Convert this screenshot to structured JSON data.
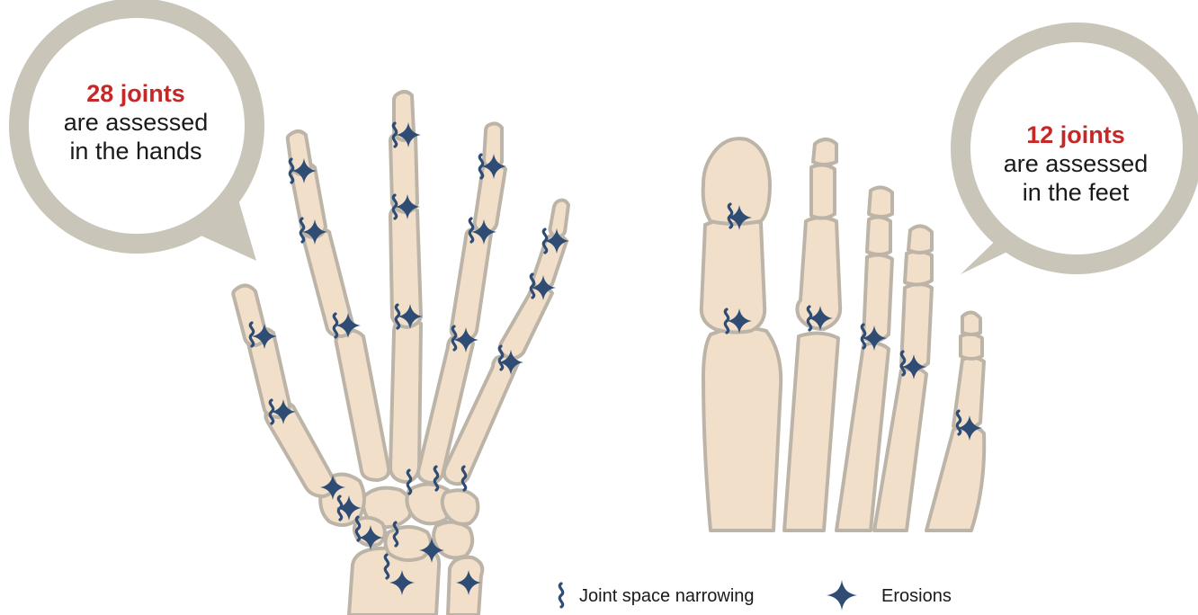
{
  "callouts": {
    "hands": {
      "count": "28 joints",
      "line1": "are assessed",
      "line2": "in the hands"
    },
    "feet": {
      "count": "12 joints",
      "line1": "are assessed",
      "line2": "in the feet"
    }
  },
  "legend": {
    "narrowing": {
      "label": "Joint space narrowing",
      "icon": "squiggle-icon"
    },
    "erosion": {
      "label": "Erosions",
      "icon": "four-point-star-icon"
    }
  },
  "colors": {
    "bone_fill": "#f2dfc9",
    "bone_outline": "#bdb4a8",
    "marker": "#2f4d74",
    "callout_ring": "#c9c5b8",
    "callout_number": "#c62828"
  }
}
